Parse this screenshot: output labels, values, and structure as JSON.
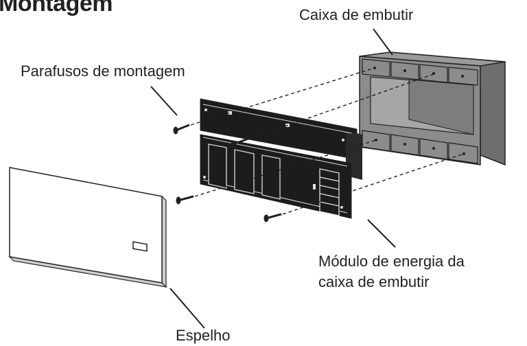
{
  "title": "Montagem",
  "labels": {
    "box": "Caixa de embutir",
    "screws": "Parafusos de montagem",
    "module_line1": "Módulo de energia da",
    "module_line2": "caixa de embutir",
    "faceplate": "Espelho"
  },
  "colors": {
    "line": "#231f20",
    "box_face": "#8c8c8c",
    "box_side": "#6e6e6e",
    "box_inner": "#a6a6a6",
    "module_board": "#1c1c1c",
    "faceplate_fill": "#ffffff"
  }
}
